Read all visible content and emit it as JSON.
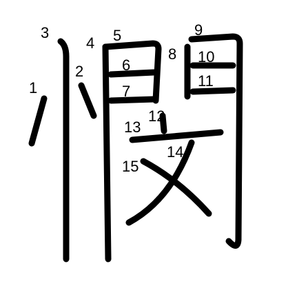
{
  "diagram": {
    "character": "憫",
    "stroke_numbers": [
      "1",
      "2",
      "3",
      "4",
      "5",
      "6",
      "7",
      "8",
      "9",
      "10",
      "11",
      "12",
      "13",
      "14",
      "15"
    ],
    "stroke_count": 15
  }
}
